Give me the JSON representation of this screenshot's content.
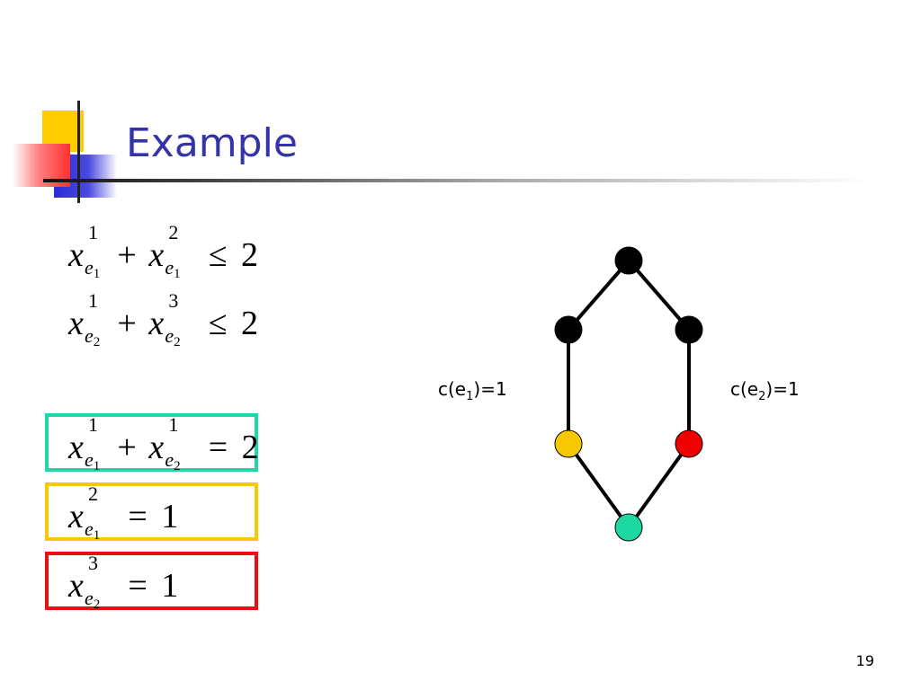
{
  "slide": {
    "title": "Example",
    "page_number": "19"
  },
  "constraints": [
    {
      "terms": [
        {
          "sup": "1",
          "sub_idx": "1"
        },
        {
          "sup": "2",
          "sub_idx": "1"
        }
      ],
      "op": "≤",
      "rhs": "2"
    },
    {
      "terms": [
        {
          "sup": "1",
          "sub_idx": "2"
        },
        {
          "sup": "3",
          "sub_idx": "2"
        }
      ],
      "op": "≤",
      "rhs": "2"
    }
  ],
  "solutions": [
    {
      "terms": [
        {
          "sup": "1",
          "sub_idx": "1"
        },
        {
          "sup": "1",
          "sub_idx": "2"
        }
      ],
      "op": "=",
      "rhs": "2",
      "box_color": "#1fd8a8"
    },
    {
      "terms": [
        {
          "sup": "2",
          "sub_idx": "1"
        }
      ],
      "op": "=",
      "rhs": "1",
      "box_color": "#f8c800"
    },
    {
      "terms": [
        {
          "sup": "3",
          "sub_idx": "2"
        }
      ],
      "op": "=",
      "rhs": "1",
      "box_color": "#e81010"
    }
  ],
  "symbols": {
    "var": "x",
    "sub_var": "e",
    "plus": "+"
  },
  "graph": {
    "edge_labels": [
      {
        "prefix": "c(e",
        "idx": "1",
        "suffix": ")=1"
      },
      {
        "prefix": "c(e",
        "idx": "2",
        "suffix": ")=1"
      }
    ],
    "node_colors": {
      "top": "#000000",
      "left_mid": "#000000",
      "right_mid": "#000000",
      "left_low": "#f8c800",
      "right_low": "#ee0000",
      "bottom": "#1ed8a4"
    }
  }
}
